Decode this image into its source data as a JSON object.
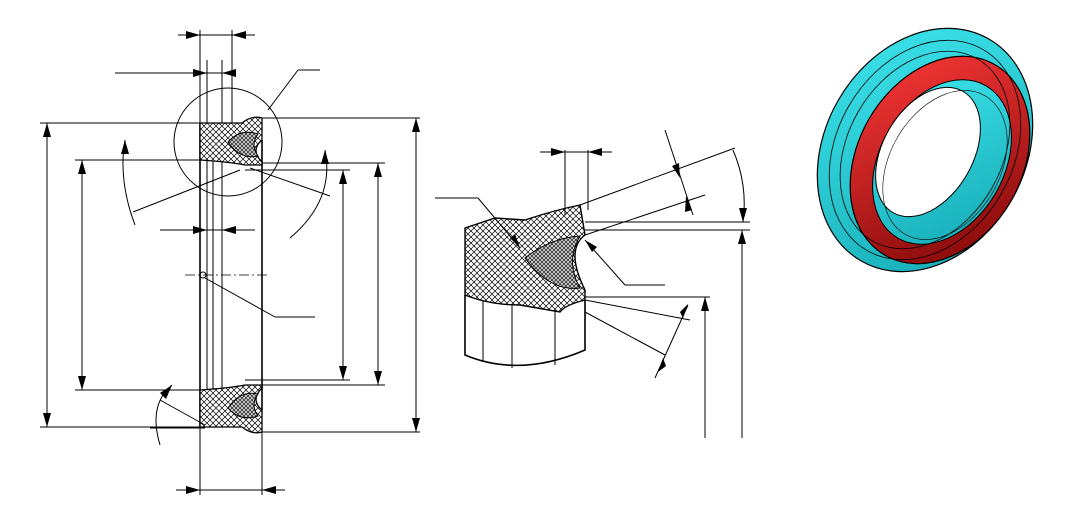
{
  "drawing": {
    "views": [
      "section-view",
      "detail-view",
      "isometric-view"
    ],
    "colors": {
      "background": "#ffffff",
      "line": "#000000",
      "hatch_fill": "#ffffff",
      "groove_fill": "#bdbdbd",
      "seal_outer": "#2ad8e0",
      "seal_outer_shade": "#1aa7b0",
      "seal_inner": "#e01b1b",
      "seal_inner_shade": "#8a0b0b"
    }
  }
}
